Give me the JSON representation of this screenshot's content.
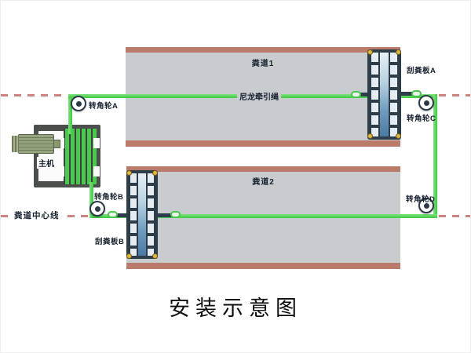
{
  "diagram": {
    "title": "安装示意图",
    "channel1_label": "粪道1",
    "channel2_label": "粪道2",
    "rope_label": "尼龙牵引绳",
    "machine_label": "主机",
    "centerline_label": "粪道中心线",
    "wheel_a_label": "转角轮A",
    "wheel_b_label": "转角轮B",
    "wheel_c_label": "转角轮C",
    "wheel_d_label": "转角轮D",
    "scraper_a_label": "刮粪板A",
    "scraper_b_label": "刮粪板B",
    "colors": {
      "rope_green": "#4bd04b",
      "channel_fill": "#c9ccce",
      "channel_border": "#bb7b6b",
      "centerline_dash": "#cd8383",
      "scraper_frame": "#2e3d4a",
      "scraper_cell": "#e6edf2",
      "corner_dot_yellow": "#ddb83a",
      "machine_frame": "#4b504d",
      "motor_olive": "#8e9c78",
      "label_text": "#15202e"
    }
  }
}
